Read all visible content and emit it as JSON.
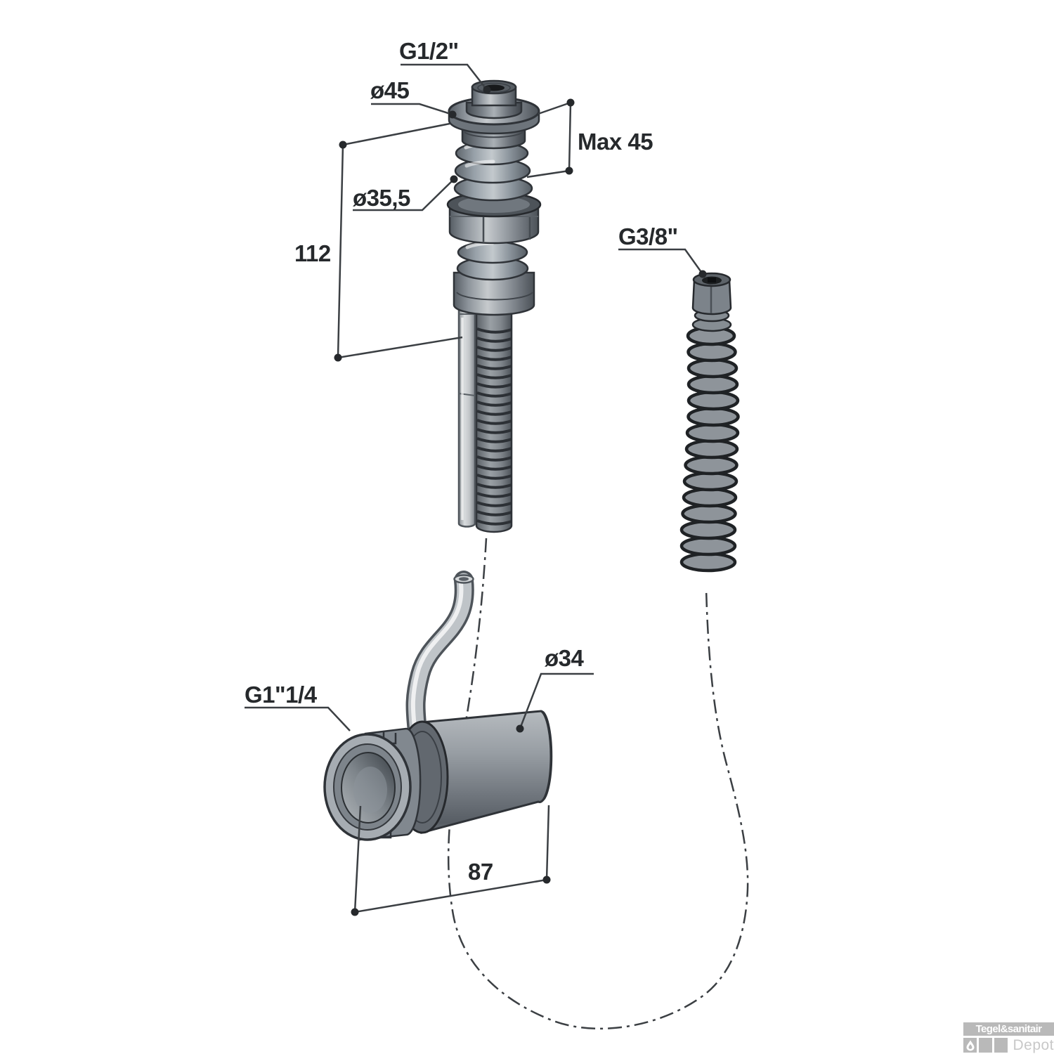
{
  "diagram": {
    "line_color": "#3b3f43",
    "label_color": "#26292c",
    "labels": {
      "top_thread": "G1/2\"",
      "flange_diameter": "ø45",
      "max_panel_thickness": "Max 45",
      "shank_diameter": "ø35,5",
      "shank_length": "112",
      "hose_thread": "G3/8\"",
      "body_thread": "G1\"1/4",
      "body_diameter": "ø34",
      "body_length": "87"
    }
  },
  "watermark": {
    "brand": "Tegel&sanitair",
    "suffix": "Depot",
    "banner_color": "#b9b9b9",
    "suffix_color": "#c8c8c8"
  }
}
